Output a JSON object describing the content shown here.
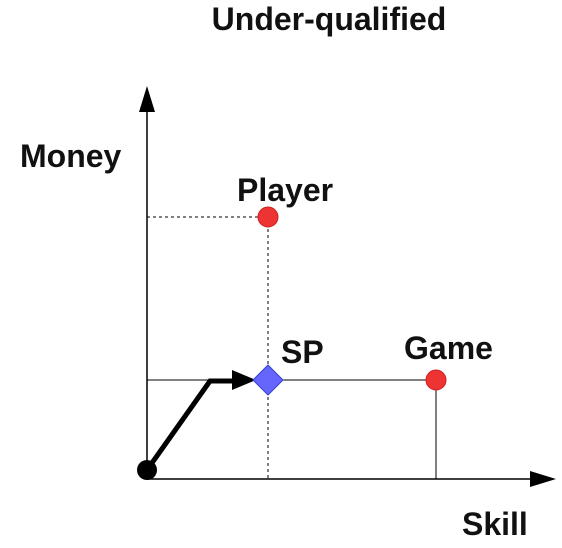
{
  "title": "Under-qualified",
  "axes": {
    "y_label": "Money",
    "x_label": "Skill"
  },
  "points": {
    "player": {
      "label": "Player",
      "color": "#ee3333"
    },
    "sp": {
      "label": "SP",
      "color": "#6666ff"
    },
    "game": {
      "label": "Game",
      "color": "#ee3333"
    }
  },
  "colors": {
    "ink": "#000000",
    "dot_stroke": "#cc2222",
    "diamond_stroke": "#3344cc"
  }
}
